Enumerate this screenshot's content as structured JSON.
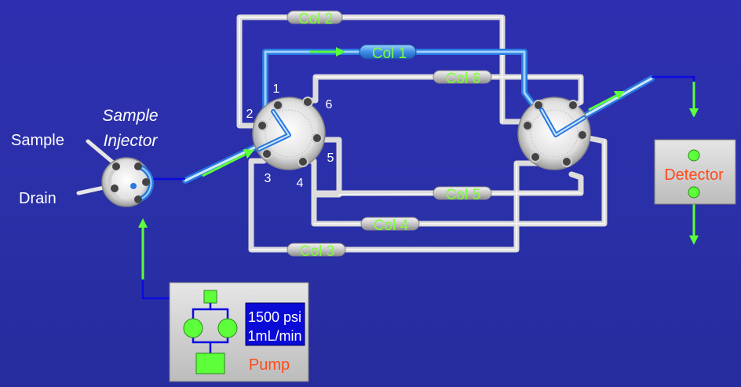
{
  "labels": {
    "sample": "Sample",
    "drain": "Drain",
    "injector_line1": "Sample",
    "injector_line2": "Injector",
    "detector": "Detector",
    "pump": "Pump",
    "pressure": "1500 psi",
    "flow": "1mL/min"
  },
  "columns": [
    "Col 1",
    "Col 2",
    "Col 3",
    "Col 4",
    "Col 5",
    "Col 6"
  ],
  "ports": [
    "1",
    "2",
    "3",
    "4",
    "5",
    "6"
  ],
  "colors": {
    "background": "#2a30a8",
    "tubing": "#e8e8e8",
    "active_flow": "#4aa8ff",
    "flow_arrow": "#5cff3a",
    "column_label": "#7cff3a",
    "detector_text": "#ff4a1a",
    "pump_text": "#ff4a1a",
    "readout_bg": "#0b0bd8"
  }
}
